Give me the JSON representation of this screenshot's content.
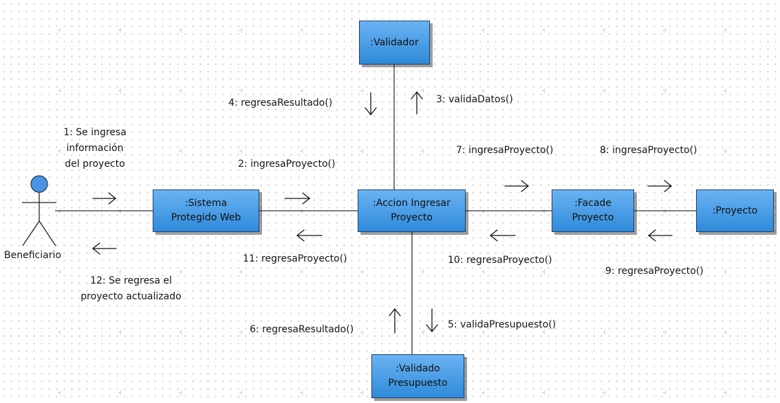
{
  "diagram": {
    "actor": {
      "name": "Beneficiario",
      "head_color": "#4a93e0"
    },
    "nodes": {
      "validador": {
        "lines": [
          ":Validador"
        ]
      },
      "sistema": {
        "lines": [
          ":Sistema",
          "Protegido Web"
        ]
      },
      "accion": {
        "lines": [
          ":Accion Ingresar",
          "Proyecto"
        ]
      },
      "facade": {
        "lines": [
          ":Facade",
          "Proyecto"
        ]
      },
      "proyecto": {
        "lines": [
          ":Proyecto"
        ]
      },
      "presupuesto": {
        "lines": [
          ":Validado",
          "Presupuesto"
        ]
      }
    },
    "messages": {
      "m1": [
        "1: Se ingresa",
        "información",
        "del proyecto"
      ],
      "m2": "2: ingresaProyecto()",
      "m3": "3: validaDatos()",
      "m4": "4: regresaResultado()",
      "m5": "5: validaPresupuesto()",
      "m6": "6: regresaResultado()",
      "m7": "7: ingresaProyecto()",
      "m8": "8: ingresaProyecto()",
      "m9": "9: regresaProyecto()",
      "m10": "10: regresaProyecto()",
      "m11": "11: regresaProyecto()",
      "m12": [
        "12: Se regresa el",
        "proyecto actualizado"
      ]
    },
    "colors": {
      "node_fill_top": "#6ab3f3",
      "node_fill_bottom": "#2f8ad9",
      "node_border": "#1c3f6e",
      "line": "#333333"
    }
  }
}
